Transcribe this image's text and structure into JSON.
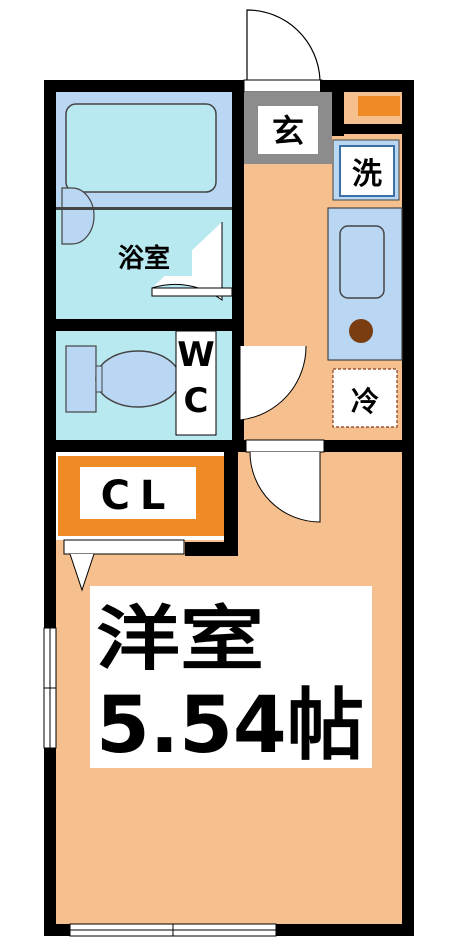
{
  "rooms": {
    "genkan": "玄",
    "washer": "洗",
    "bath": "浴室",
    "wc_top": "W",
    "wc_bottom": "C",
    "fridge": "冷",
    "closet": "CL",
    "western_room_name": "洋室",
    "western_room_size": "5.54帖"
  },
  "colors": {
    "wall": "#000000",
    "floor": "#f5c08e",
    "bath_tile": "#b8e8f0",
    "fixture": "#b9d6f2",
    "closet": "#f08a24",
    "entry": "#8c8c8c",
    "meter": "#f08a24",
    "stove": "#7a3d12"
  }
}
